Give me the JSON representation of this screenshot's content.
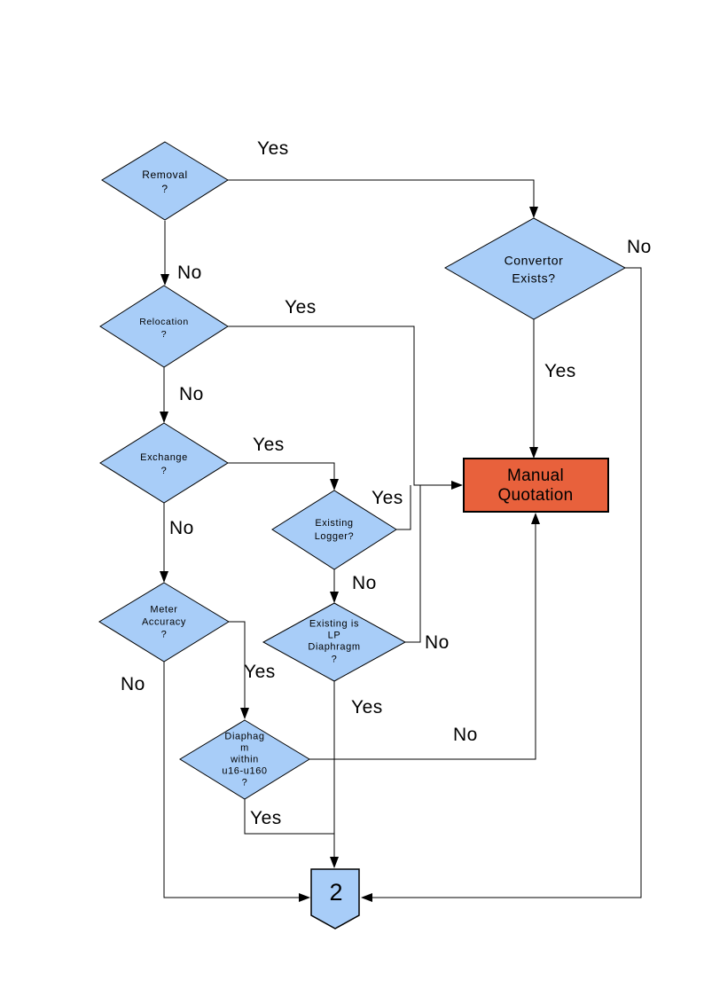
{
  "page": {
    "background": "#FFFFFF"
  },
  "colors": {
    "decision_fill": "#A8CDF8",
    "decision_border": "#000000",
    "action_fill": "#E8613C",
    "connector_fill": "#A8CDF8",
    "line": "#000000"
  },
  "nodes": {
    "removal": {
      "label": "Removal\n?"
    },
    "relocation": {
      "label": "Relocation\n?"
    },
    "exchange": {
      "label": "Exchange\n?"
    },
    "convertor": {
      "label": "Convertor\nExists?"
    },
    "existing_logger": {
      "label": "Existing\nLogger?"
    },
    "lp_diaphragm": {
      "label": "Existing is\nLP\nDiaphragm\n?"
    },
    "meter_accuracy": {
      "label": "Meter\nAccuracy\n?"
    },
    "diaphragm_range": {
      "label": "Diaphag\nm\nwithin\nu16-u160\n?"
    },
    "manual_quotation": {
      "label": "Manual\nQuotation"
    },
    "offpage_connector": {
      "label": "2"
    }
  },
  "edge_labels": {
    "removal_yes": "Yes",
    "removal_no": "No",
    "convertor_no": "No",
    "convertor_yes": "Yes",
    "relocation_yes": "Yes",
    "relocation_no": "No",
    "exchange_yes": "Yes",
    "exchange_no": "No",
    "existing_logger_yes": "Yes",
    "existing_logger_no": "No",
    "lp_diaphragm_no": "No",
    "lp_diaphragm_yes": "Yes",
    "meter_accuracy_yes": "Yes",
    "meter_accuracy_no": "No",
    "diaphragm_range_no": "No",
    "diaphragm_range_yes": "Yes"
  }
}
